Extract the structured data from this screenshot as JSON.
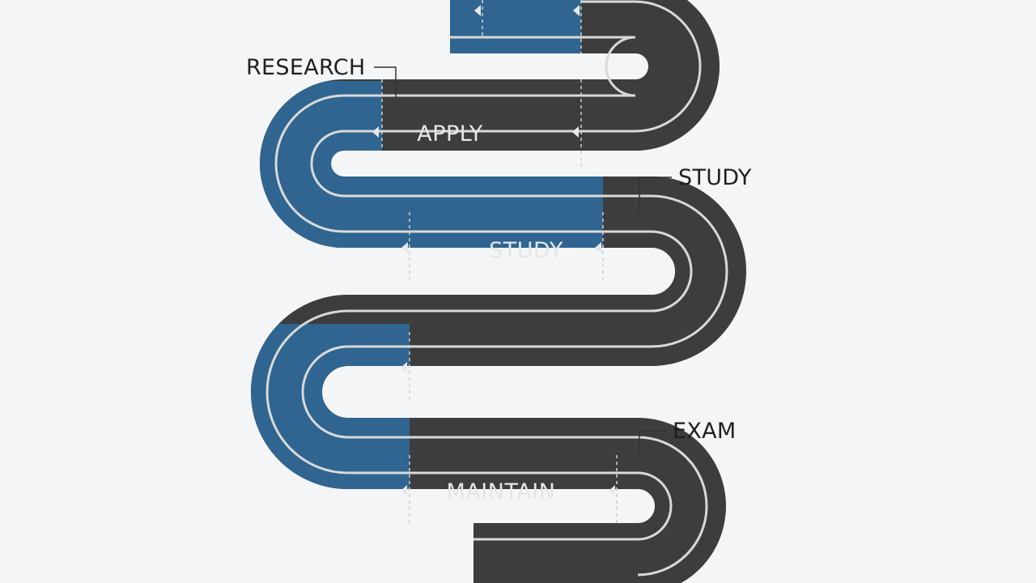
{
  "colors": {
    "background": "#f4f5f6",
    "asphalt": "#3d3d3d",
    "blue_segment": "#2f6590",
    "lane_line": "#d9d9d9",
    "callout_line": "#333333"
  },
  "callouts": {
    "research": "RESEARCH",
    "study": "STUDY",
    "exam": "EXAM"
  },
  "road_labels": {
    "apply": "APPLY",
    "study": "STUDY",
    "maintain": "MAINTAIN"
  }
}
